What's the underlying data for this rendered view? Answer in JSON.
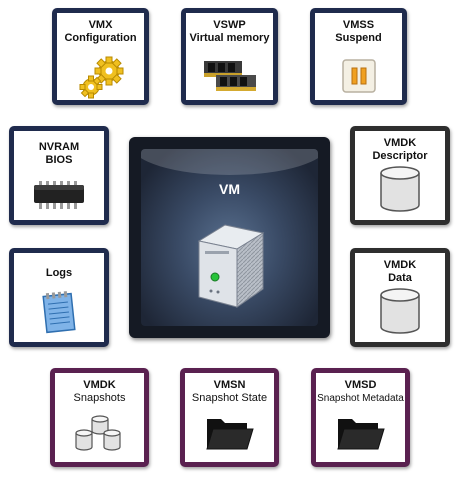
{
  "tiles": {
    "vmx": {
      "line1": "VMX",
      "line2": "Configuration"
    },
    "vswp": {
      "line1": "VSWP",
      "line2": "Virtual memory"
    },
    "vmss": {
      "line1": "VMSS",
      "line2": "Suspend"
    },
    "nvram": {
      "line1": "NVRAM",
      "line2": "BIOS"
    },
    "vmdk_descriptor": {
      "line1": "VMDK",
      "line2": "Descriptor"
    },
    "logs": {
      "line1": "Logs"
    },
    "vmdk_data": {
      "line1": "VMDK",
      "line2": "Data"
    },
    "vmdk_snapshots": {
      "line1": "VMDK",
      "line2": "Snapshots"
    },
    "vmsn": {
      "line1": "VMSN",
      "line2": "Snapshot State"
    },
    "vmsd": {
      "line1": "VMSD",
      "line2": "Snapshot Metadata"
    }
  },
  "vm": {
    "label": "VM"
  },
  "icons": {
    "vmx": "gears-icon",
    "vswp": "memory-chip-icon",
    "vmss": "pause-icon",
    "nvram": "bios-chip-icon",
    "vmdk_descriptor": "disk-cylinder-icon",
    "logs": "notepad-icon",
    "vmdk_data": "disk-cylinder-icon",
    "vmdk_snapshots": "disk-stack-icon",
    "vmsn": "folder-icon",
    "vmsd": "folder-icon",
    "vm": "server-icon"
  },
  "colors": {
    "navy_border": "#1f2b4d",
    "dark_border": "#2e2e2e",
    "purple_border": "#5a2150",
    "gear_yellow": "#f0c020",
    "pause_orange": "#f0a020"
  }
}
